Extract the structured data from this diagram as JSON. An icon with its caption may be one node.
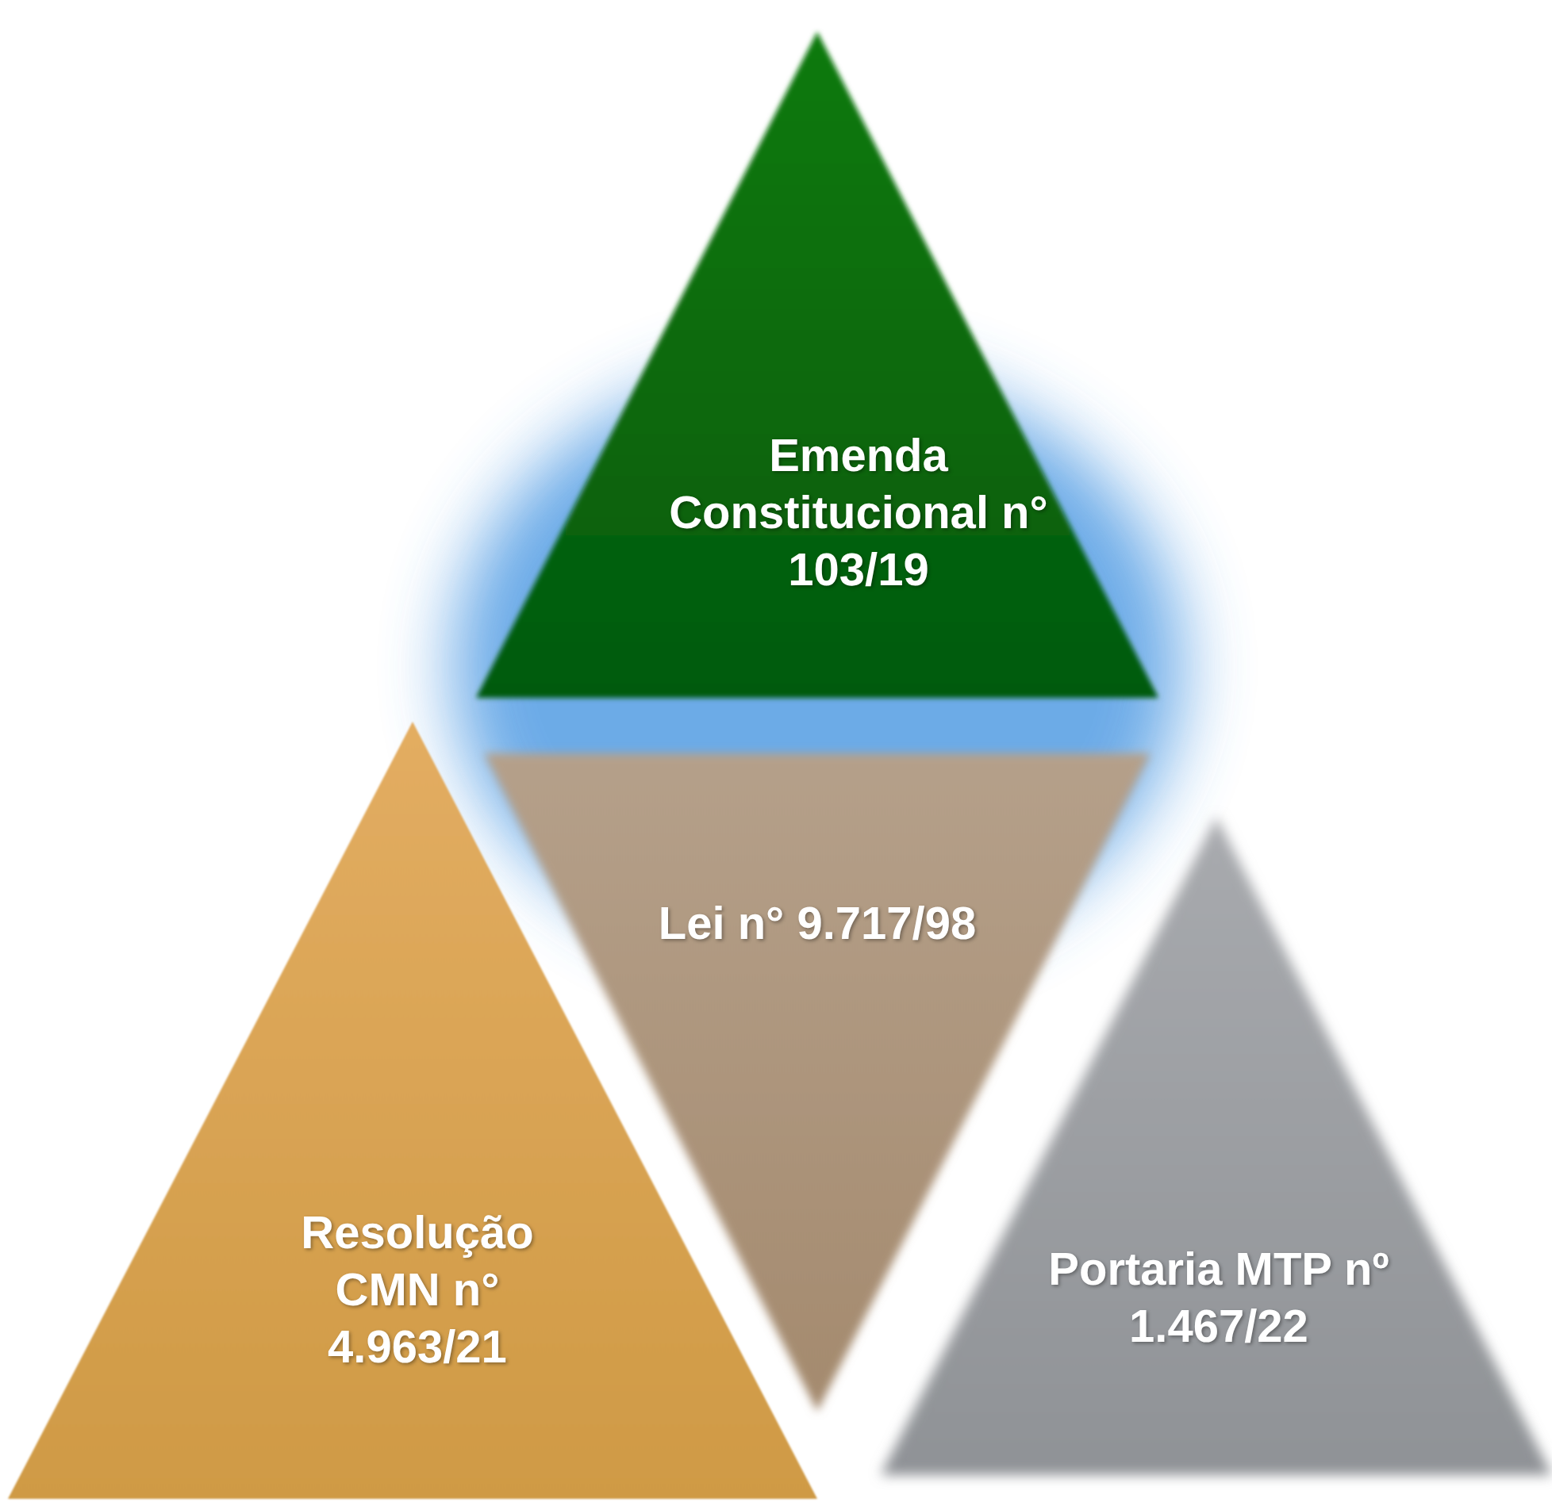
{
  "diagram": {
    "nodes": [
      {
        "text": [
          "Emenda Constitucional n° 103/19"
        ]
      },
      {
        "text": [
          "Lei n° 9.717/98"
        ]
      },
      {
        "text": [
          "Resolução CMN n° 4.963/21"
        ]
      },
      {
        "text": [
          "Portaria MTP nº 1.467/22"
        ]
      }
    ]
  }
}
